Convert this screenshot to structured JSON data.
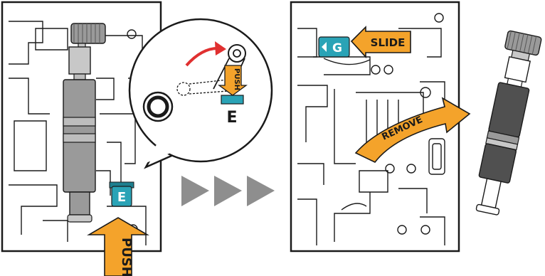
{
  "colors": {
    "orange": "#f4a32b",
    "teal": "#2aa3b6",
    "teal_dark": "#1e7f8f",
    "red_arrow": "#e03030",
    "chevron": "#8e8e8e",
    "outline": "#1a1a1a",
    "roller_dark": "#505050",
    "roller_mid": "#9a9a9a"
  },
  "panel1": {
    "push_label": "PUSH",
    "latch_badge": "E",
    "callout": {
      "push_label": "PUSH",
      "latch_letter": "E"
    }
  },
  "panel2": {
    "slide_label": "SLIDE",
    "latch_badge": "G",
    "remove_label": "REMOVE"
  },
  "transition": {
    "chevron_count": 3,
    "icon": "triple-chevron-right-icon"
  }
}
